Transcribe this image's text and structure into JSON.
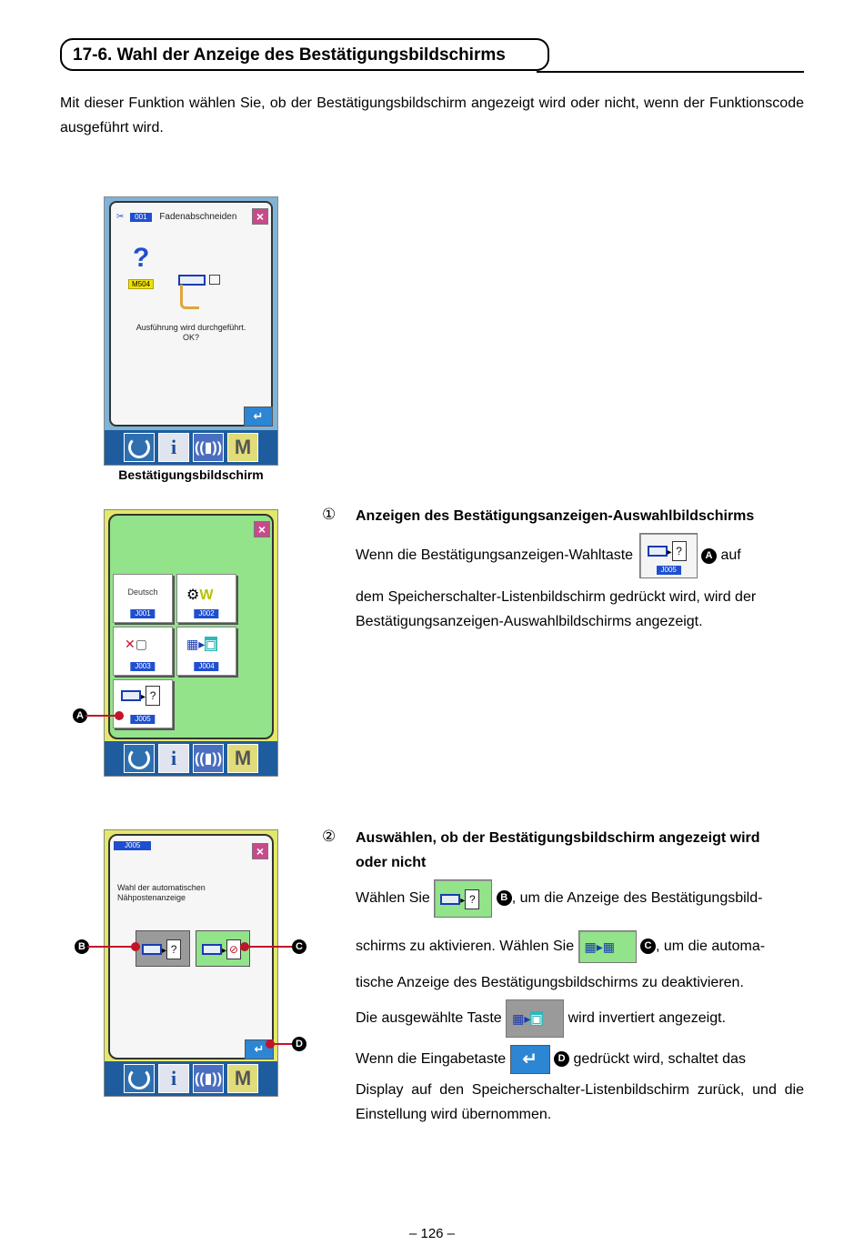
{
  "heading": "17-6. Wahl der Anzeige des Bestätigungsbildschirms",
  "intro": "Mit dieser Funktion wählen Sie, ob der Bestätigungsbildschirm angezeigt wird oder nicht, wenn der Funktionscode ausgeführt wird.",
  "screen1": {
    "code": "001",
    "title": "Fadenabschneiden",
    "msg_code": "M504",
    "message_line1": "Ausführung wird durchgeführt.",
    "message_line2": "OK?",
    "caption": "Bestätigungsbildschirm"
  },
  "screen2": {
    "tiles": [
      {
        "label": "Deutsch",
        "code": "J001"
      },
      {
        "label": "",
        "code": "J002"
      },
      {
        "label": "",
        "code": "J003"
      },
      {
        "label": "",
        "code": "J004"
      },
      {
        "label": "",
        "code": "J005"
      }
    ]
  },
  "screen3": {
    "code": "J005",
    "text_line1": "Wahl der automatischen",
    "text_line2": "Nähpostenanzeige"
  },
  "taskbar": {
    "info_glyph": "i",
    "m_glyph": "M"
  },
  "markers": {
    "a": "A",
    "b": "B",
    "c": "C",
    "d": "D"
  },
  "step1": {
    "number": "①",
    "title": "Anzeigen des Bestätigungsanzeigen-Auswahlbildschirms",
    "text_a": "Wenn die Bestätigungsanzeigen-Wahltaste",
    "btn_code": "J005",
    "text_b": "auf",
    "text_c": "dem Speicherschalter-Listenbildschirm gedrückt wird, wird der Bestätigungsanzeigen-Auswahlbildschirms angezeigt."
  },
  "step2": {
    "number": "②",
    "title_line1": "Auswählen, ob der Bestätigungsbildschirm angezeigt wird",
    "title_line2": "oder nicht",
    "text_a": "Wählen Sie",
    "text_b": ", um die Anzeige des Bestätigungsbild-",
    "text_c": "schirms zu aktivieren. Wählen Sie",
    "text_d": ", um die automa-",
    "text_e": "tische Anzeige des Bestätigungsbildschirms zu deaktivieren.",
    "text_f": "Die ausgewählte Taste",
    "text_g": "wird invertiert angezeigt.",
    "text_h": "Wenn die Eingabetaste",
    "text_i": "gedrückt wird, schaltet das",
    "text_j": "Display auf den Speicherschalter-Listenbildschirm zurück, und die Einstellung wird übernommen."
  },
  "page_number": "– 126 –"
}
